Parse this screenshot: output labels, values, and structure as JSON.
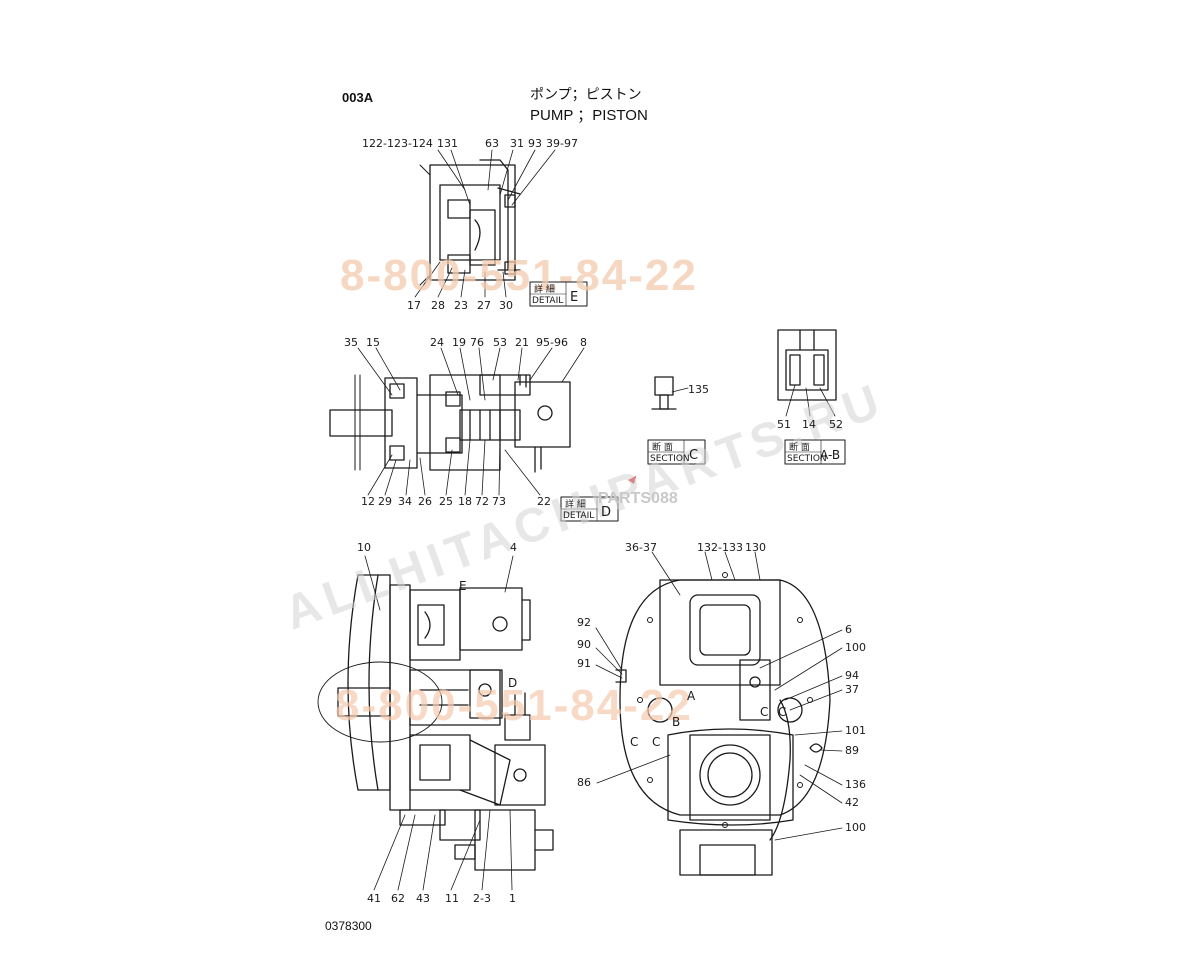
{
  "header": {
    "section_code": "003A",
    "title_jp": "ポンプ；ピストン",
    "title_en": "PUMP ；PISTON",
    "drawing_number": "0378300"
  },
  "watermarks": {
    "phone": "8-800-551-84-22",
    "site_alt": "ALLHITACHIPARTS.RU",
    "site_small": "PARTS088"
  },
  "colors": {
    "ink": "#1a1a1a",
    "watermark": "#f3c9ae",
    "watermark_gray": "#d4d4d4",
    "accent": "#e0222a"
  },
  "panels": {
    "detail_e": {
      "box_jp": "詳 細",
      "box_en": "DETAIL",
      "box_letter": "E",
      "labels_top": [
        "122-123-124",
        "131",
        "63",
        "31",
        "93",
        "39-97"
      ],
      "labels_bottom": [
        "17",
        "28",
        "23",
        "27",
        "30"
      ]
    },
    "detail_d": {
      "box_jp": "詳 細",
      "box_en": "DETAIL",
      "box_letter": "D",
      "labels_top": [
        "35",
        "15",
        "24",
        "19",
        "76",
        "53",
        "21",
        "95-96",
        "8"
      ],
      "labels_bottom": [
        "12",
        "29",
        "34",
        "26",
        "25",
        "18",
        "72",
        "73",
        "22"
      ]
    },
    "section_c": {
      "box_jp": "断 面",
      "box_en": "SECTION",
      "box_letter": "C",
      "labels": [
        "135"
      ]
    },
    "section_ab": {
      "box_jp": "断 面",
      "box_en": "SECTION",
      "box_letter": "A-B",
      "labels": [
        "51",
        "14",
        "52"
      ]
    },
    "side_view": {
      "labels_top": [
        "10",
        "4"
      ],
      "labels_bottom": [
        "41",
        "62",
        "43",
        "11",
        "2-3",
        "1"
      ],
      "markers": [
        "E",
        "D"
      ]
    },
    "front_view": {
      "labels_top": [
        "36-37",
        "132-133",
        "130"
      ],
      "labels_left": [
        "92",
        "90",
        "91",
        "86"
      ],
      "labels_right": [
        "6",
        "100",
        "94",
        "37",
        "101",
        "89",
        "136",
        "42",
        "100"
      ],
      "markers": [
        "A",
        "B",
        "C",
        "C",
        "C",
        "C"
      ]
    }
  }
}
